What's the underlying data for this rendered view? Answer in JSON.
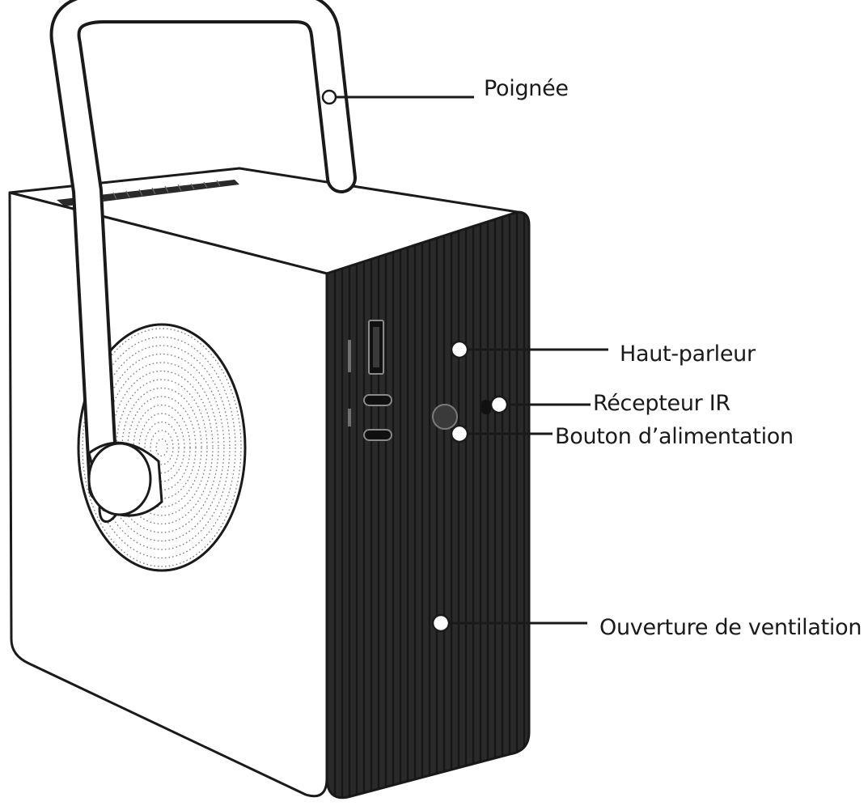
{
  "callouts": [
    {
      "id": "handle",
      "label": "Poignée"
    },
    {
      "id": "speaker",
      "label": "Haut-parleur"
    },
    {
      "id": "ir_receiver",
      "label": "Récepteur IR"
    },
    {
      "id": "power_button",
      "label": "Bouton d’alimentation"
    },
    {
      "id": "ventilation",
      "label": "Ouverture de ventilation"
    }
  ],
  "colors": {
    "line": "#1a1a1a",
    "body_fill": "#ffffff",
    "panel_dark": "#2a2a2a",
    "panel_stripe": "#1c1c1c",
    "dot_fill": "#ffffff"
  },
  "icons": [
    "hdmi-port-icon",
    "usb-c-port-icon",
    "power-button-icon",
    "speaker-grille-icon"
  ]
}
